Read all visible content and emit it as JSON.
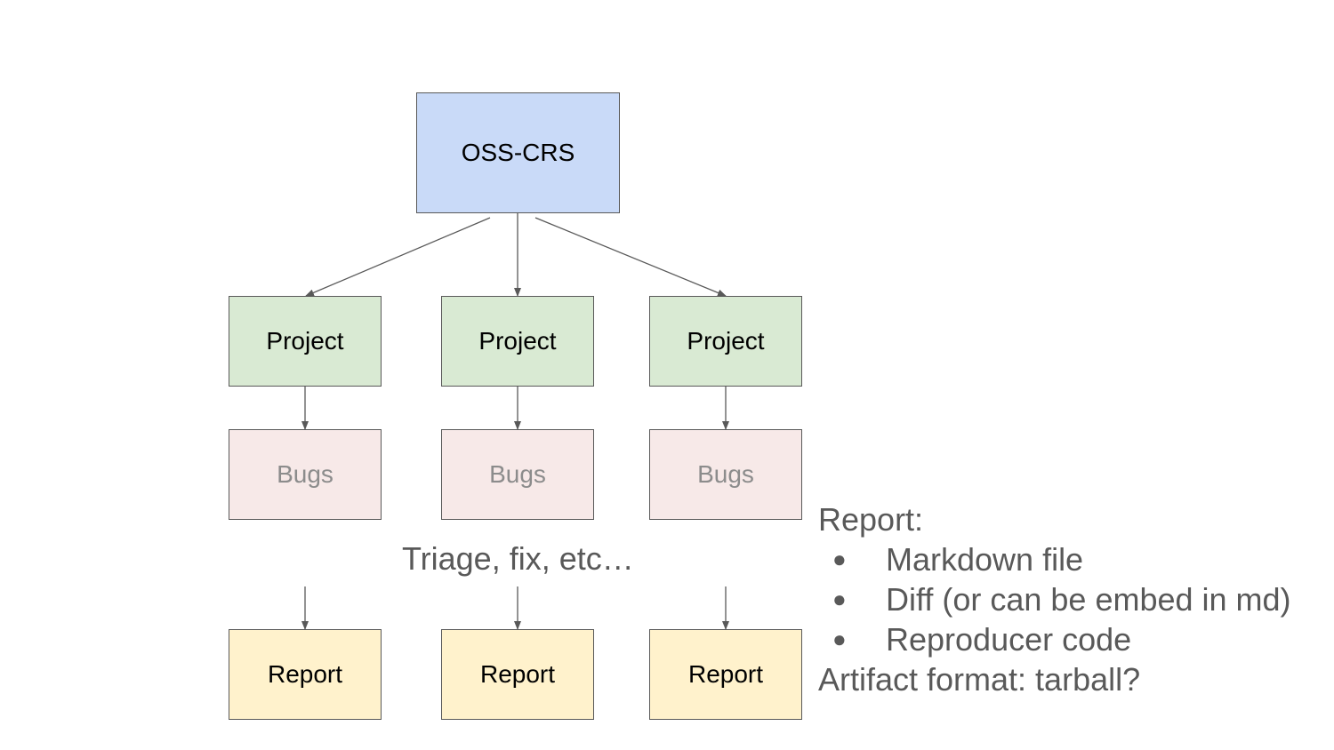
{
  "root": {
    "label": "OSS-CRS"
  },
  "projects": [
    {
      "label": "Project"
    },
    {
      "label": "Project"
    },
    {
      "label": "Project"
    }
  ],
  "bugs": [
    {
      "label": "Bugs"
    },
    {
      "label": "Bugs"
    },
    {
      "label": "Bugs"
    }
  ],
  "process_label": "Triage, fix, etc…",
  "reports": [
    {
      "label": "Report"
    },
    {
      "label": "Report"
    },
    {
      "label": "Report"
    }
  ],
  "notes": {
    "heading": "Report:",
    "bullet_glyph": "●",
    "items": [
      "Markdown file",
      "Diff (or can be embed in md)",
      "Reproducer code"
    ],
    "footer": "Artifact format: tarball?"
  },
  "colors": {
    "root_fill": "#c9daf8",
    "project_fill": "#d9ead3",
    "bugs_fill": "#f7e9e8",
    "report_fill": "#fff2cc",
    "stroke": "#595959",
    "muted_text": "#8c8c8c"
  }
}
